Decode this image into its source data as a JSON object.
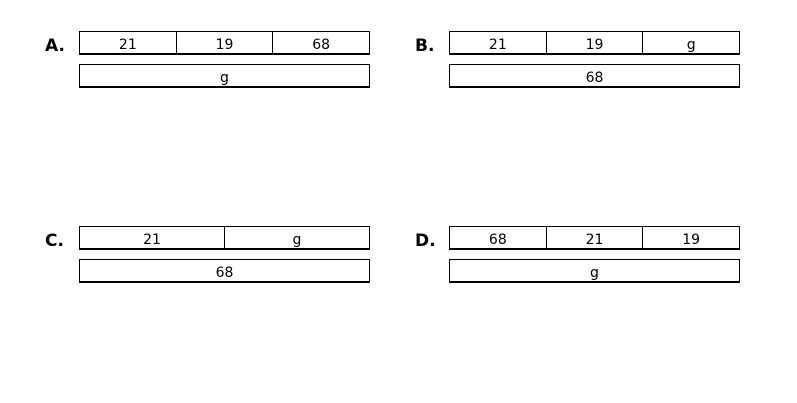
{
  "options": [
    {
      "label": "A.",
      "top": [
        "21",
        "19",
        "68"
      ],
      "bottom": "g"
    },
    {
      "label": "B.",
      "top": [
        "21",
        "19",
        "g"
      ],
      "bottom": "68"
    },
    {
      "label": "C.",
      "top": [
        "21",
        "g"
      ],
      "bottom": "68"
    },
    {
      "label": "D.",
      "top": [
        "68",
        "21",
        "19"
      ],
      "bottom": "g"
    }
  ]
}
